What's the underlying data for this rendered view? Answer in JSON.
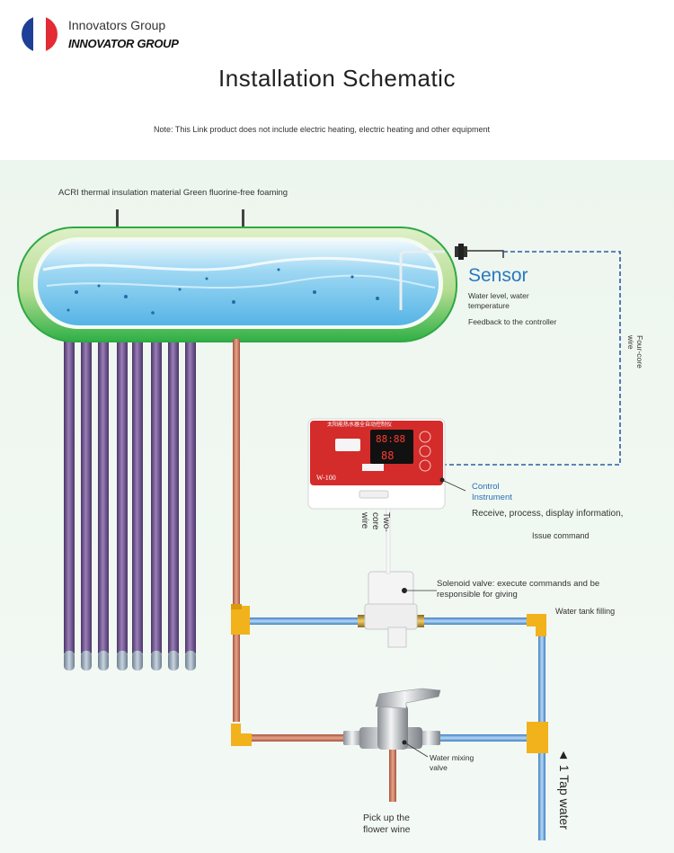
{
  "brand": {
    "name": "Innovators Group",
    "sub": "INNOVATOR GROUP"
  },
  "title": "Installation Schematic",
  "note": "Note: This Link product does not include electric heating, electric heating and other equipment",
  "labels": {
    "insulation": "ACRI thermal insulation material Green fluorine-free foaming",
    "sensor": "Sensor",
    "sensor_desc": "Water level, water temperature",
    "feedback": "Feedback to the controller",
    "four_core": "Four-core wire",
    "control_instrument": "Control Instrument",
    "receive": "Receive, process, display information,",
    "issue": "Issue command",
    "two_core": "Two-core wire",
    "solenoid": "Solenoid valve: execute commands and be responsible for giving",
    "tank_filling": "Water tank filling",
    "mixing_valve": "Water mixing valve",
    "pickup": "Pick up the flower wine",
    "tap": "◄ 1 Tap water"
  },
  "controller": {
    "brand_text": "太阳能热水器全自动控制仪",
    "model": "W-100",
    "display": "88:88",
    "temp": "88"
  },
  "colors": {
    "tank_green": "#3db84a",
    "water_blue": "#7fc8ec",
    "hot_pipe": "#c8725a",
    "cold_pipe": "#6aa8de",
    "fitting": "#f2b21b",
    "controller_red": "#d42c2a",
    "wire_blue": "#2b5ea8"
  }
}
